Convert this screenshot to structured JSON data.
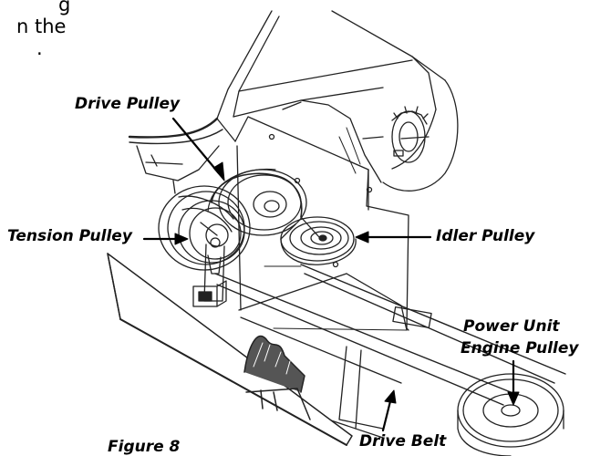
{
  "page_text": {
    "fragment_line_1": "g",
    "fragment_line_2": "n the",
    "fragment_line_3": "."
  },
  "labels": {
    "drive_pulley": "Drive Pulley",
    "tension_pulley": "Tension Pulley",
    "idler_pulley": "Idler Pulley",
    "power_unit_line1": "Power Unit",
    "power_unit_line2": "Engine Pulley",
    "drive_belt": "Drive Belt",
    "figure": "Figure 8"
  }
}
